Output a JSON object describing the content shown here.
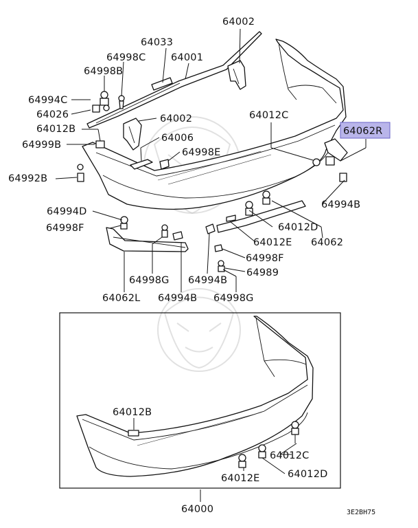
{
  "diagram": {
    "highlight_color": "#b9b5ea",
    "labels": {
      "l64002_top": "64002",
      "l64033": "64033",
      "l64998C": "64998C",
      "l64001": "64001",
      "l64998B": "64998B",
      "l64994C": "64994C",
      "l64026": "64026",
      "l64002_mid": "64002",
      "l64012B_top": "64012B",
      "l64006": "64006",
      "l64999B": "64999B",
      "l64998E": "64998E",
      "l64992B": "64992B",
      "l64012C_top": "64012C",
      "l64062R": "64062R",
      "l64994B_right": "64994B",
      "l64994D": "64994D",
      "l64998F_left": "64998F",
      "l64012D_top": "64012D",
      "l64012E_top": "64012E",
      "l64062": "64062",
      "l64998F_right": "64998F",
      "l64989": "64989",
      "l64998G_left": "64998G",
      "l64994B_lower1": "64994B",
      "l64994B_lower2": "64994B",
      "l64998G_right": "64998G",
      "l64062L": "64062L",
      "l64012B_bottom": "64012B",
      "l64012C_bottom": "64012C",
      "l64012E_bottom": "64012E",
      "l64012D_bottom": "64012D",
      "l64000": "64000"
    },
    "code": "3E2BH75"
  }
}
